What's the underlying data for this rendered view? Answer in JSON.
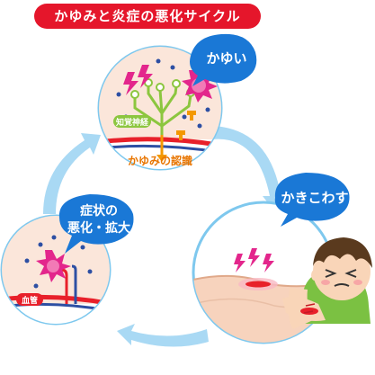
{
  "title": "かゆみと炎症の悪化サイクル",
  "steps": {
    "itch": "かゆい",
    "scratch": "かきこわす",
    "worsen_line1": "症状の",
    "worsen_line2": "悪化・拡大"
  },
  "labels": {
    "nerve": "知覚神経",
    "recognition": "かゆみの認識",
    "vessel": "血管"
  },
  "colors": {
    "title_bg": "#e5162b",
    "bubble": "#1a78d6",
    "arrow": "#a9d9f4",
    "circle_border": "#7ec8ee",
    "skin": "#f9dcc8",
    "nerve": "#8cc63f",
    "vessel": "#e8202a",
    "mast": "#e3268c"
  }
}
